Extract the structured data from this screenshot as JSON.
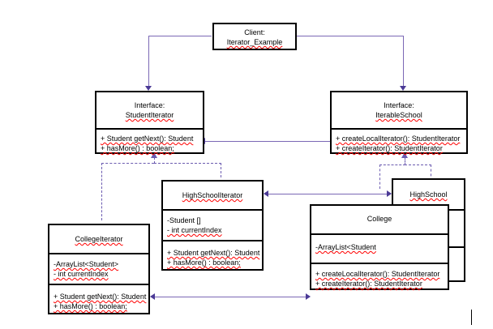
{
  "diagram": {
    "type": "uml-class-diagram",
    "title": "Iterator Pattern UML Class Diagram",
    "accent_color": "#7b68b5",
    "arrow_color": "#4b3a96",
    "box_border_color": "#000000",
    "background_color": "#ffffff",
    "spellcheck_underline_color": "#ff0000"
  },
  "classes": {
    "client": {
      "name": "client-class",
      "title_line1": "Client:",
      "title_line2": "Iterator_Example"
    },
    "student_iterator": {
      "name": "student-iterator-interface",
      "title_line1": "Interface:",
      "title_line2": "StudentIterator",
      "methods": [
        "+ Student getNext(): Student",
        "+ hasMore() : boolean;"
      ]
    },
    "iterable_school": {
      "name": "iterable-school-interface",
      "title_line1": "Interface:",
      "title_line2": "IterableSchool",
      "methods": [
        "+ createLocalIterator(): StudentIterator",
        "+ createIterator(): StudentIterator"
      ]
    },
    "high_school_iterator": {
      "name": "high-school-iterator-class",
      "title": "HighSchoolIterator",
      "attributes": [
        "-Student []",
        "- int currentIndex"
      ],
      "methods": [
        "+ Student getNext(): Student",
        "+ hasMore() : boolean;"
      ]
    },
    "college_iterator": {
      "name": "college-iterator-class",
      "title": "CollegeIterator",
      "attributes": [
        "-ArrayList<Student>",
        "- int currentIndex"
      ],
      "methods": [
        "+ Student getNext(): Student",
        "+ hasMore() : boolean;"
      ]
    },
    "high_school": {
      "name": "high-school-class",
      "title": "HighSchool"
    },
    "college": {
      "name": "college-class",
      "title": "College",
      "attributes": [
        "-ArrayList<Student"
      ],
      "methods": [
        "+ createLocalIterator(): StudentIterator",
        "+ createIterator(): StudentIterator"
      ]
    }
  },
  "relationships": [
    {
      "from": "Client: Iterator_Example",
      "to": "Interface: StudentIterator",
      "style": "solid-arrow"
    },
    {
      "from": "Client: Iterator_Example",
      "to": "Interface: IterableSchool",
      "style": "solid-arrow"
    },
    {
      "from": "Interface: IterableSchool",
      "to": "Interface: StudentIterator",
      "style": "solid-arrow"
    },
    {
      "from": "CollegeIterator",
      "to": "Interface: StudentIterator",
      "style": "dashed-realization"
    },
    {
      "from": "HighSchoolIterator",
      "to": "Interface: StudentIterator",
      "style": "dashed-realization"
    },
    {
      "from": "HighSchool",
      "to": "Interface: IterableSchool",
      "style": "dashed-realization"
    },
    {
      "from": "College",
      "to": "Interface: IterableSchool",
      "style": "dashed-realization"
    },
    {
      "from": "HighSchoolIterator",
      "to": "HighSchool",
      "style": "double-arrow"
    },
    {
      "from": "CollegeIterator",
      "to": "College",
      "style": "double-arrow"
    }
  ]
}
